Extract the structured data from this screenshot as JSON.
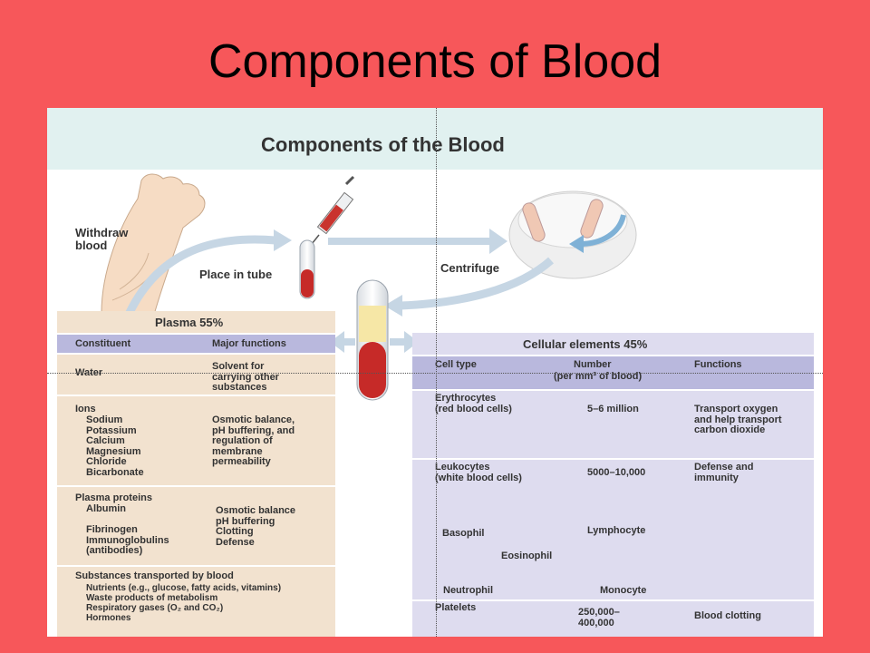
{
  "slide": {
    "title": "Components of Blood"
  },
  "figure": {
    "title": "Components of the Blood",
    "steps": {
      "withdraw": "Withdraw\nblood",
      "place": "Place in tube",
      "centrifuge": "Centrifuge"
    },
    "plasma": {
      "heading": "Plasma 55%",
      "columns": [
        "Constituent",
        "Major functions"
      ],
      "rows": [
        {
          "constituent": "Water",
          "functions": "Solvent for\ncarrying other\nsubstances"
        },
        {
          "constituent": "Ions",
          "items": "Sodium\nPotassium\nCalcium\nMagnesium\nChloride\nBicarbonate",
          "functions": "Osmotic balance,\npH buffering, and\nregulation of\nmembrane\npermeability"
        },
        {
          "constituent": "Plasma proteins",
          "items": "Albumin\n\nFibrinogen\nImmunoglobulins\n(antibodies)",
          "functions": "Osmotic balance\npH buffering\nClotting\nDefense"
        },
        {
          "constituent": "Substances transported by blood",
          "items": "Nutrients (e.g., glucose, fatty acids, vitamins)\nWaste products of metabolism\nRespiratory gases (O₂ and CO₂)\nHormones"
        }
      ]
    },
    "cellular": {
      "heading": "Cellular elements 45%",
      "columns": [
        "Cell type",
        "Number",
        "Functions"
      ],
      "number_sub": "(per mm³ of blood)",
      "rows": [
        {
          "type": "Erythrocytes\n(red blood cells)",
          "number": "5–6 million",
          "functions": "Transport oxygen\nand help transport\ncarbon dioxide"
        },
        {
          "type": "Leukocytes\n(white blood cells)",
          "number": "5000–10,000",
          "functions": "Defense and\nimmunity",
          "cells": [
            "Basophil",
            "Eosinophil",
            "Lymphocyte",
            "Neutrophil",
            "Monocyte"
          ]
        },
        {
          "type": "Platelets",
          "number": "250,000–\n400,000",
          "functions": "Blood clotting"
        }
      ]
    }
  }
}
